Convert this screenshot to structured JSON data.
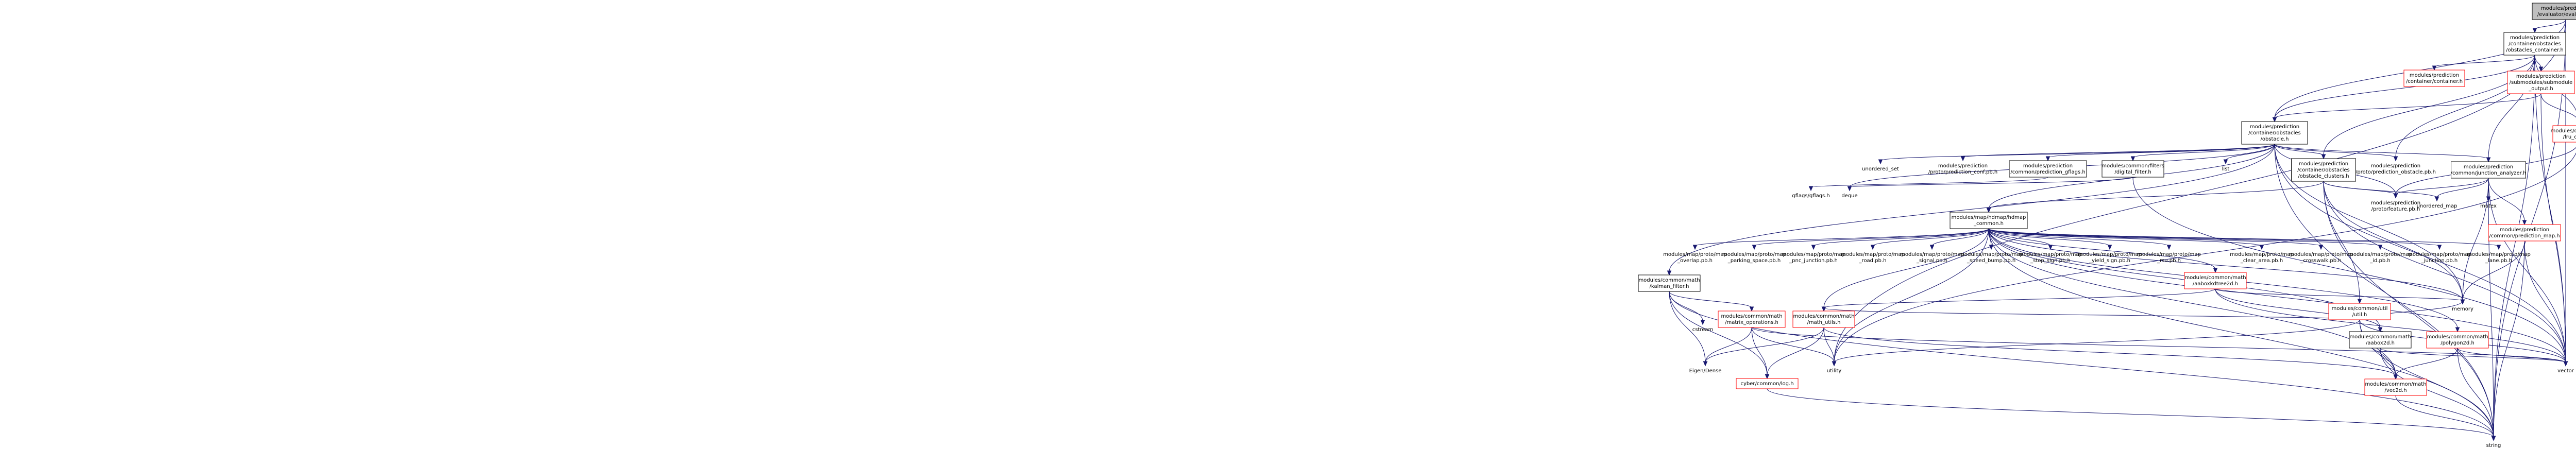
{
  "graph": {
    "nodes": [
      {
        "id": "root",
        "lines": [
          "modules/prediction",
          "/evaluator/evaluator.h"
        ],
        "style": "selected"
      },
      {
        "id": "obstacles_container",
        "lines": [
          "modules/prediction",
          "/container/obstacles",
          "/obstacles_container.h"
        ],
        "style": "box"
      },
      {
        "id": "container_h",
        "lines": [
          "modules/prediction",
          "/container/container.h"
        ],
        "style": "red"
      },
      {
        "id": "submodule_output",
        "lines": [
          "modules/prediction",
          "/submodules/submodule",
          "_output.h"
        ],
        "style": "red"
      },
      {
        "id": "lru_cache",
        "lines": [
          "modules/common/util",
          "/lru_cache.h"
        ],
        "style": "red"
      },
      {
        "id": "obstacle_h",
        "lines": [
          "modules/prediction",
          "/container/obstacles",
          "/obstacle.h"
        ],
        "style": "box"
      },
      {
        "id": "unordered_set",
        "lines": [
          "unordered_set"
        ],
        "style": "plain"
      },
      {
        "id": "prediction_conf",
        "lines": [
          "modules/prediction",
          "/proto/prediction_conf.pb.h"
        ],
        "style": "plain"
      },
      {
        "id": "prediction_gflags",
        "lines": [
          "modules/prediction",
          "/common/prediction_gflags.h"
        ],
        "style": "box"
      },
      {
        "id": "digital_filter",
        "lines": [
          "modules/common/filters",
          "/digital_filter.h"
        ],
        "style": "box"
      },
      {
        "id": "list",
        "lines": [
          "list"
        ],
        "style": "plain"
      },
      {
        "id": "obstacle_clusters",
        "lines": [
          "modules/prediction",
          "/container/obstacles",
          "/obstacle_clusters.h"
        ],
        "style": "box"
      },
      {
        "id": "prediction_obstacle_pb",
        "lines": [
          "modules/prediction",
          "/proto/prediction_obstacle.pb.h"
        ],
        "style": "plain"
      },
      {
        "id": "junction_analyzer",
        "lines": [
          "modules/prediction",
          "/common/junction_analyzer.h"
        ],
        "style": "box"
      },
      {
        "id": "gflags",
        "lines": [
          "gflags/gflags.h"
        ],
        "style": "plain"
      },
      {
        "id": "deque",
        "lines": [
          "deque"
        ],
        "style": "plain"
      },
      {
        "id": "hdmap_common",
        "lines": [
          "modules/map/hdmap/hdmap",
          "_common.h"
        ],
        "style": "box"
      },
      {
        "id": "feature_pb",
        "lines": [
          "modules/prediction",
          "/proto/feature.pb.h"
        ],
        "style": "plain"
      },
      {
        "id": "unordered_map",
        "lines": [
          "unordered_map"
        ],
        "style": "plain"
      },
      {
        "id": "mutex",
        "lines": [
          "mutex"
        ],
        "style": "plain"
      },
      {
        "id": "prediction_map",
        "lines": [
          "modules/prediction",
          "/common/prediction_map.h"
        ],
        "style": "red"
      },
      {
        "id": "kalman_filter",
        "lines": [
          "modules/common/math",
          "/kalman_filter.h"
        ],
        "style": "box"
      },
      {
        "id": "overlap_pb",
        "lines": [
          "modules/map/proto/map",
          "_overlap.pb.h"
        ],
        "style": "plain"
      },
      {
        "id": "parking_space_pb",
        "lines": [
          "modules/map/proto/map",
          "_parking_space.pb.h"
        ],
        "style": "plain"
      },
      {
        "id": "pnc_junction_pb",
        "lines": [
          "modules/map/proto/map",
          "_pnc_junction.pb.h"
        ],
        "style": "plain"
      },
      {
        "id": "road_pb",
        "lines": [
          "modules/map/proto/map",
          "_road.pb.h"
        ],
        "style": "plain"
      },
      {
        "id": "signal_pb",
        "lines": [
          "modules/map/proto/map",
          "_signal.pb.h"
        ],
        "style": "plain"
      },
      {
        "id": "speed_bump_pb",
        "lines": [
          "modules/map/proto/map",
          "_speed_bump.pb.h"
        ],
        "style": "plain"
      },
      {
        "id": "stop_sign_pb",
        "lines": [
          "modules/map/proto/map",
          "_stop_sign.pb.h"
        ],
        "style": "plain"
      },
      {
        "id": "yield_sign_pb",
        "lines": [
          "modules/map/proto/map",
          "_yield_sign.pb.h"
        ],
        "style": "plain"
      },
      {
        "id": "rsu_pb",
        "lines": [
          "modules/map/proto/map",
          "_rsu.pb.h"
        ],
        "style": "plain"
      },
      {
        "id": "aaboxkdtree2d",
        "lines": [
          "modules/common/math",
          "/aaboxkdtree2d.h"
        ],
        "style": "red"
      },
      {
        "id": "clear_area_pb",
        "lines": [
          "modules/map/proto/map",
          "_clear_area.pb.h"
        ],
        "style": "plain"
      },
      {
        "id": "crosswalk_pb",
        "lines": [
          "modules/map/proto/map",
          "_crosswalk.pb.h"
        ],
        "style": "plain"
      },
      {
        "id": "id_pb",
        "lines": [
          "modules/map/proto/map",
          "_id.pb.h"
        ],
        "style": "plain"
      },
      {
        "id": "junction_pb",
        "lines": [
          "modules/map/proto/map",
          "_junction.pb.h"
        ],
        "style": "plain"
      },
      {
        "id": "lane_pb",
        "lines": [
          "modules/map/proto/map",
          "_lane.pb.h"
        ],
        "style": "plain"
      },
      {
        "id": "util_h",
        "lines": [
          "modules/common/util",
          "/util.h"
        ],
        "style": "red"
      },
      {
        "id": "cstream",
        "lines": [
          "cstream"
        ],
        "style": "plain"
      },
      {
        "id": "matrix_operations",
        "lines": [
          "modules/common/math",
          "/matrix_operations.h"
        ],
        "style": "red"
      },
      {
        "id": "math_utils",
        "lines": [
          "modules/common/math",
          "/math_utils.h"
        ],
        "style": "red"
      },
      {
        "id": "aabox2d",
        "lines": [
          "modules/common/math",
          "/aabox2d.h"
        ],
        "style": "box"
      },
      {
        "id": "polygon2d",
        "lines": [
          "modules/common/math",
          "/polygon2d.h"
        ],
        "style": "red"
      },
      {
        "id": "memory",
        "lines": [
          "memory"
        ],
        "style": "plain"
      },
      {
        "id": "eigen_dense",
        "lines": [
          "Eigen/Dense"
        ],
        "style": "plain"
      },
      {
        "id": "cyber_log",
        "lines": [
          "cyber/common/log.h"
        ],
        "style": "red"
      },
      {
        "id": "utility",
        "lines": [
          "utility"
        ],
        "style": "plain"
      },
      {
        "id": "vec2d",
        "lines": [
          "modules/common/math",
          "/vec2d.h"
        ],
        "style": "red"
      },
      {
        "id": "vector",
        "lines": [
          "vector"
        ],
        "style": "plain"
      },
      {
        "id": "string",
        "lines": [
          "string"
        ],
        "style": "plain"
      }
    ],
    "edges": [
      [
        "root",
        "obstacles_container"
      ],
      [
        "root",
        "obstacle_h"
      ],
      [
        "root",
        "vector"
      ],
      [
        "root",
        "string"
      ],
      [
        "root",
        "utility"
      ],
      [
        "obstacles_container",
        "container_h"
      ],
      [
        "obstacles_container",
        "submodule_output"
      ],
      [
        "obstacles_container",
        "lru_cache"
      ],
      [
        "obstacles_container",
        "obstacle_h"
      ],
      [
        "obstacles_container",
        "obstacle_clusters"
      ],
      [
        "obstacles_container",
        "prediction_obstacle_pb"
      ],
      [
        "obstacles_container",
        "junction_analyzer"
      ],
      [
        "obstacles_container",
        "vector"
      ],
      [
        "obstacles_container",
        "string"
      ],
      [
        "submodule_output",
        "obstacle_h"
      ],
      [
        "submodule_output",
        "lru_cache"
      ],
      [
        "submodule_output",
        "vector"
      ],
      [
        "lru_cache",
        "feature_pb"
      ],
      [
        "lru_cache",
        "utility"
      ],
      [
        "obstacle_h",
        "unordered_set"
      ],
      [
        "obstacle_h",
        "prediction_conf"
      ],
      [
        "obstacle_h",
        "prediction_gflags"
      ],
      [
        "obstacle_h",
        "digital_filter"
      ],
      [
        "obstacle_h",
        "list"
      ],
      [
        "obstacle_h",
        "obstacle_clusters"
      ],
      [
        "obstacle_h",
        "prediction_obstacle_pb"
      ],
      [
        "obstacle_h",
        "junction_analyzer"
      ],
      [
        "obstacle_h",
        "deque"
      ],
      [
        "obstacle_h",
        "hdmap_common"
      ],
      [
        "obstacle_h",
        "kalman_filter"
      ],
      [
        "obstacle_h",
        "feature_pb"
      ],
      [
        "obstacle_h",
        "memory"
      ],
      [
        "obstacle_h",
        "vector"
      ],
      [
        "obstacle_h",
        "string"
      ],
      [
        "prediction_gflags",
        "gflags"
      ],
      [
        "digital_filter",
        "deque"
      ],
      [
        "digital_filter",
        "vector"
      ],
      [
        "obstacle_clusters",
        "hdmap_common"
      ],
      [
        "obstacle_clusters",
        "feature_pb"
      ],
      [
        "obstacle_clusters",
        "unordered_map"
      ],
      [
        "obstacle_clusters",
        "util_h"
      ],
      [
        "obstacle_clusters",
        "memory"
      ],
      [
        "obstacle_clusters",
        "vector"
      ],
      [
        "obstacle_clusters",
        "string"
      ],
      [
        "junction_analyzer",
        "feature_pb"
      ],
      [
        "junction_analyzer",
        "unordered_map"
      ],
      [
        "junction_analyzer",
        "mutex"
      ],
      [
        "junction_analyzer",
        "prediction_map"
      ],
      [
        "junction_analyzer",
        "memory"
      ],
      [
        "junction_analyzer",
        "vector"
      ],
      [
        "junction_analyzer",
        "string"
      ],
      [
        "prediction_map",
        "memory"
      ],
      [
        "prediction_map",
        "vector"
      ],
      [
        "prediction_map",
        "string"
      ],
      [
        "hdmap_common",
        "overlap_pb"
      ],
      [
        "hdmap_common",
        "parking_space_pb"
      ],
      [
        "hdmap_common",
        "pnc_junction_pb"
      ],
      [
        "hdmap_common",
        "road_pb"
      ],
      [
        "hdmap_common",
        "signal_pb"
      ],
      [
        "hdmap_common",
        "speed_bump_pb"
      ],
      [
        "hdmap_common",
        "stop_sign_pb"
      ],
      [
        "hdmap_common",
        "yield_sign_pb"
      ],
      [
        "hdmap_common",
        "rsu_pb"
      ],
      [
        "hdmap_common",
        "aaboxkdtree2d"
      ],
      [
        "hdmap_common",
        "clear_area_pb"
      ],
      [
        "hdmap_common",
        "crosswalk_pb"
      ],
      [
        "hdmap_common",
        "id_pb"
      ],
      [
        "hdmap_common",
        "junction_pb"
      ],
      [
        "hdmap_common",
        "lane_pb"
      ],
      [
        "hdmap_common",
        "math_utils"
      ],
      [
        "hdmap_common",
        "aabox2d"
      ],
      [
        "hdmap_common",
        "polygon2d"
      ],
      [
        "hdmap_common",
        "vec2d"
      ],
      [
        "hdmap_common",
        "memory"
      ],
      [
        "hdmap_common",
        "vector"
      ],
      [
        "hdmap_common",
        "string"
      ],
      [
        "hdmap_common",
        "utility"
      ],
      [
        "kalman_filter",
        "cstream"
      ],
      [
        "kalman_filter",
        "matrix_operations"
      ],
      [
        "kalman_filter",
        "eigen_dense"
      ],
      [
        "kalman_filter",
        "cyber_log"
      ],
      [
        "kalman_filter",
        "string"
      ],
      [
        "matrix_operations",
        "eigen_dense"
      ],
      [
        "matrix_operations",
        "cyber_log"
      ],
      [
        "matrix_operations",
        "utility"
      ],
      [
        "matrix_operations",
        "vector"
      ],
      [
        "math_utils",
        "vec2d"
      ],
      [
        "math_utils",
        "eigen_dense"
      ],
      [
        "math_utils",
        "utility"
      ],
      [
        "math_utils",
        "cyber_log"
      ],
      [
        "aaboxkdtree2d",
        "aabox2d"
      ],
      [
        "aaboxkdtree2d",
        "math_utils"
      ],
      [
        "aaboxkdtree2d",
        "memory"
      ],
      [
        "aaboxkdtree2d",
        "vector"
      ],
      [
        "aabox2d",
        "vec2d"
      ],
      [
        "aabox2d",
        "string"
      ],
      [
        "aabox2d",
        "vector"
      ],
      [
        "polygon2d",
        "vec2d"
      ],
      [
        "polygon2d",
        "vector"
      ],
      [
        "polygon2d",
        "string"
      ],
      [
        "util_h",
        "math_utils"
      ],
      [
        "util_h",
        "vec2d"
      ],
      [
        "util_h",
        "memory"
      ],
      [
        "util_h",
        "utility"
      ],
      [
        "util_h",
        "vector"
      ],
      [
        "util_h",
        "string"
      ],
      [
        "vec2d",
        "string"
      ],
      [
        "cyber_log",
        "string"
      ]
    ]
  }
}
